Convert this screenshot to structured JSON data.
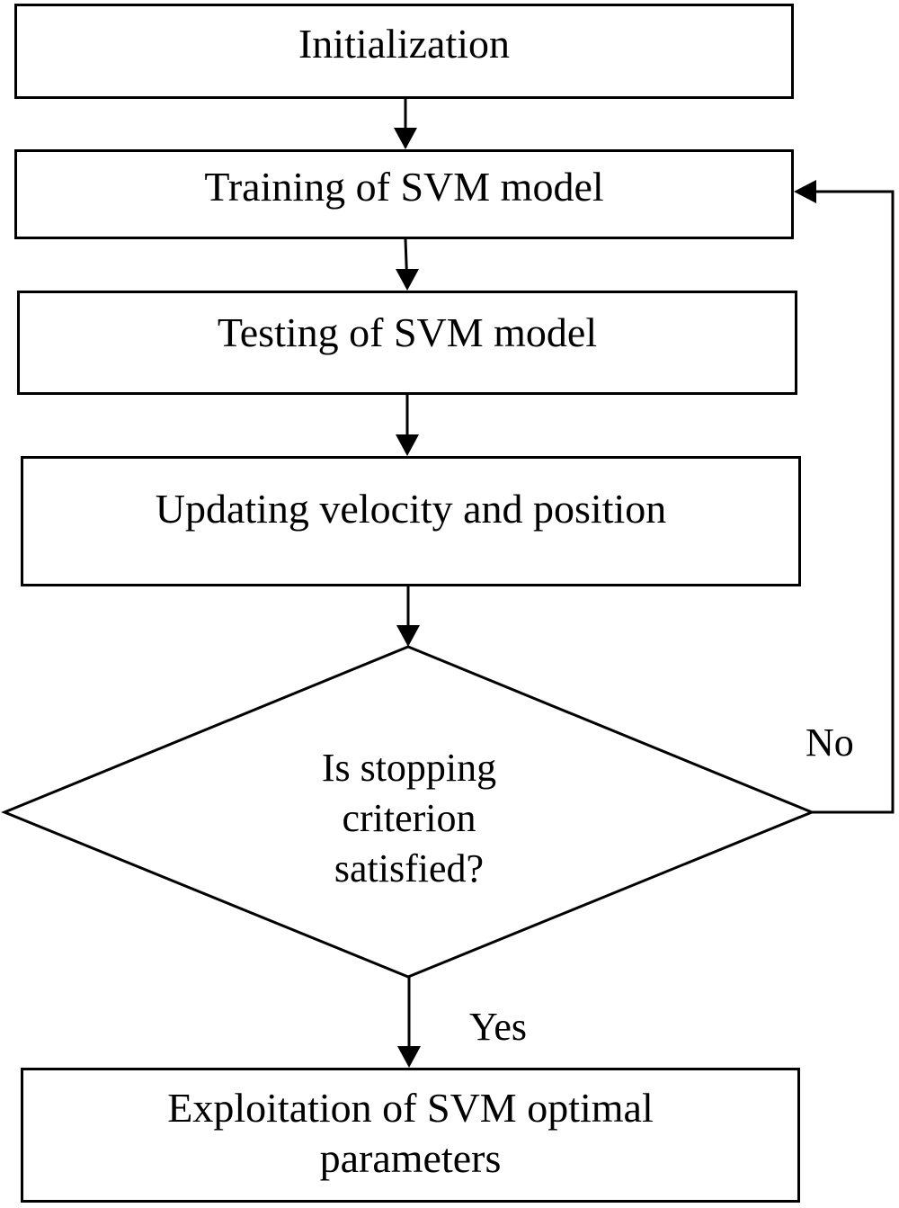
{
  "steps": {
    "initialization": "Initialization",
    "training": "Training of SVM model",
    "testing": "Testing of SVM model",
    "updating": "Updating velocity and position",
    "exploitation_line1": "Exploitation of SVM optimal",
    "exploitation_line2": "parameters"
  },
  "decision": {
    "line1": "Is stopping",
    "line2": "criterion",
    "line3": "satisfied?"
  },
  "edges": {
    "no_label": "No",
    "yes_label": "Yes"
  },
  "colors": {
    "stroke": "#000000",
    "background": "#ffffff"
  }
}
